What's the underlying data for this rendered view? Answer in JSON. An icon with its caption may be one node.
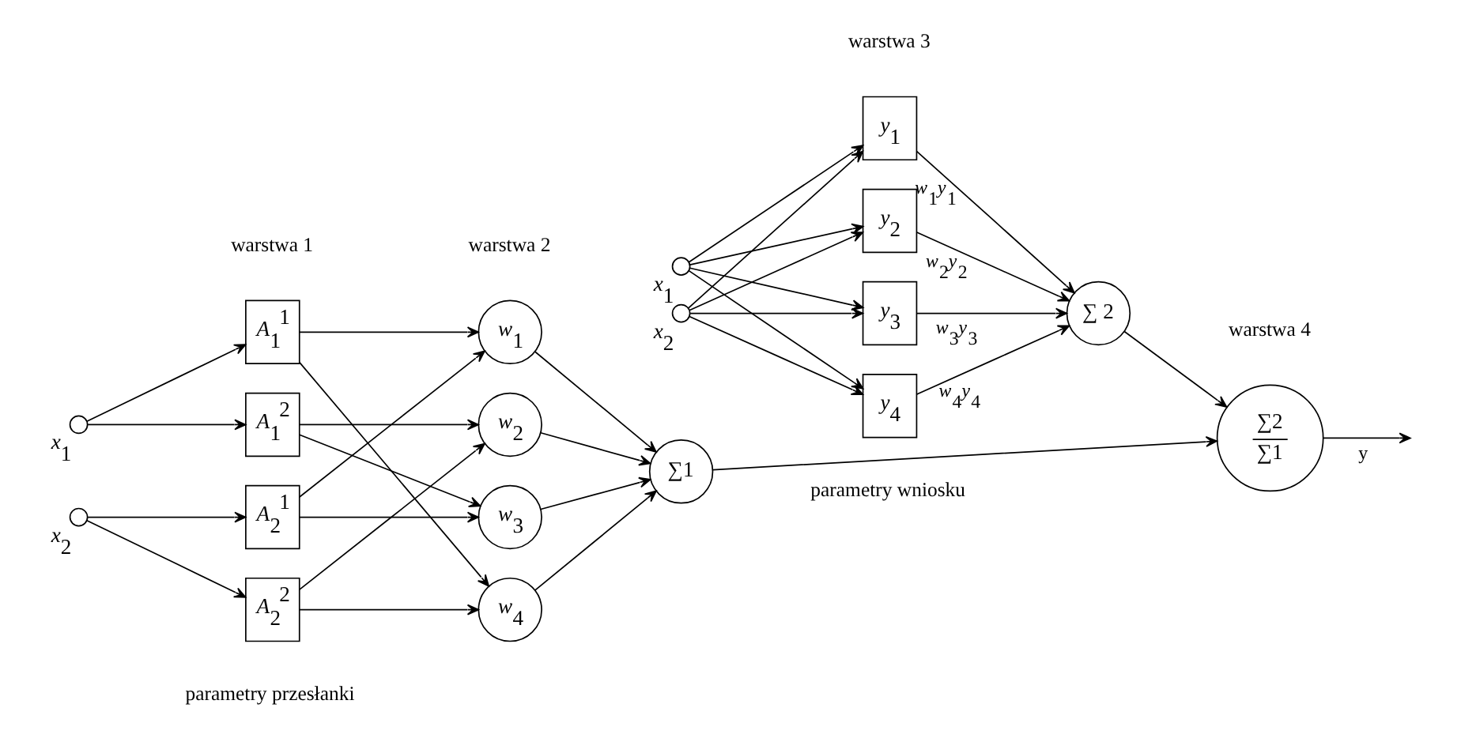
{
  "diagram": {
    "nodes": [
      {
        "text": [],
        "shape": "circle",
        "beside": [
          "x$_{1}$"
        ]
      },
      {
        "text": [
          "A$_{1}$$^{1}$"
        ]
      },
      {
        "text": [
          "A$_{1}$$^{2}$"
        ]
      },
      {
        "text": [
          "A$_{2}$$^{1}$"
        ]
      },
      {
        "text": [
          "A$_{2}$$^{2}$"
        ]
      },
      {
        "text": [],
        "shape": "circle",
        "beside": [
          "x$_{2}$"
        ]
      },
      {
        "text": [
          "w$_{1}$"
        ]
      },
      {
        "text": [
          "w$_{2}$"
        ]
      },
      {
        "text": [
          "w$_{3}$"
        ]
      },
      {
        "text": [
          "w$_{4}$"
        ]
      },
      {
        "text": [
          "∑1"
        ]
      },
      {
        "text": [],
        "shape": "circle",
        "beside": [
          "x$_{1}$"
        ]
      },
      {
        "text": [],
        "shape": "circle",
        "beside": [
          "x$_{2}$"
        ]
      },
      {
        "text": [
          "y$_{1}$"
        ]
      },
      {
        "text": [
          "y$_{2}$"
        ]
      },
      {
        "text": [
          "y$_{3}$"
        ]
      },
      {
        "text": [
          "y$_{4}$"
        ]
      },
      {
        "text": [
          "∑ 2"
        ]
      },
      {
        "text": [
          "∑2",
          "∑1"
        ]
      }
    ],
    "edges": [
      {
        "from": 0,
        "to": 1,
        "arrow": "to"
      },
      {
        "from": 0,
        "to": 2,
        "arrow": "to"
      },
      {
        "from": 5,
        "to": 3,
        "arrow": "to"
      },
      {
        "from": 5,
        "to": 4,
        "arrow": "to"
      },
      {
        "from": 1,
        "to": 6,
        "arrow": "to"
      },
      {
        "from": 1,
        "to": 9,
        "arrow": "to"
      },
      {
        "from": 2,
        "to": 7,
        "arrow": "to"
      },
      {
        "from": 2,
        "to": 8,
        "arrow": "to"
      },
      {
        "from": 3,
        "to": 6,
        "arrow": "to"
      },
      {
        "from": 3,
        "to": 8,
        "arrow": "to"
      },
      {
        "from": 4,
        "to": 7,
        "arrow": "to"
      },
      {
        "from": 4,
        "to": 9,
        "arrow": "to"
      },
      {
        "from": 6,
        "to": 10,
        "arrow": "to"
      },
      {
        "from": 7,
        "to": 10,
        "arrow": "to"
      },
      {
        "from": 8,
        "to": 10,
        "arrow": "to"
      },
      {
        "from": 9,
        "to": 10,
        "arrow": "to"
      },
      {
        "from": 11,
        "to": 13,
        "arrow": "to"
      },
      {
        "from": 12,
        "to": 13,
        "arrow": "to"
      },
      {
        "from": 11,
        "to": 14,
        "arrow": "to"
      },
      {
        "from": 12,
        "to": 14,
        "arrow": "to"
      },
      {
        "from": 11,
        "to": 15,
        "arrow": "to"
      },
      {
        "from": 12,
        "to": 15,
        "arrow": "to"
      },
      {
        "from": 11,
        "to": 16,
        "arrow": "to"
      },
      {
        "from": 12,
        "to": 16,
        "arrow": "to"
      },
      {
        "from": 13,
        "to": 17,
        "arrow": "to",
        "label": "w$_{1}$y$_{1}$"
      },
      {
        "from": 14,
        "to": 17,
        "arrow": "to",
        "label": "w$_{2}$y$_{2}$"
      },
      {
        "from": 15,
        "to": 17,
        "arrow": "to",
        "label": "w$_{3}$y$_{3}$"
      },
      {
        "from": 16,
        "to": 17,
        "arrow": "to",
        "label": "w$_{4}$y$_{4}$"
      },
      {
        "from": 10,
        "to": 18,
        "arrow": "to"
      },
      {
        "from": 17,
        "to": 18,
        "arrow": "to"
      },
      {
        "from": 18,
        "to": null,
        "arrow": "to",
        "label": "y"
      }
    ],
    "labels": [
      "warstwa 1",
      "warstwa 2",
      "warstwa 3",
      "warstwa 4",
      "parametry przesłanki",
      "parametry wniosku"
    ]
  }
}
